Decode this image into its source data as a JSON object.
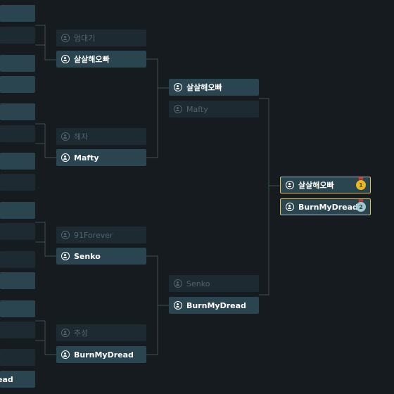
{
  "bracket": {
    "round2": [
      {
        "name": "멈대기",
        "state": "lose"
      },
      {
        "name": "살살해오빠",
        "state": "win"
      },
      {
        "name": "헤자",
        "state": "lose"
      },
      {
        "name": "Mafty",
        "state": "win"
      },
      {
        "name": "91Forever",
        "state": "lose"
      },
      {
        "name": "Senko",
        "state": "win"
      },
      {
        "name": "추성",
        "state": "lose"
      },
      {
        "name": "BurnMyDread",
        "state": "win"
      }
    ],
    "round3": [
      {
        "name": "살살해오빠",
        "state": "win"
      },
      {
        "name": "Mafty",
        "state": "lose"
      },
      {
        "name": "Senko",
        "state": "lose"
      },
      {
        "name": "BurnMyDread",
        "state": "win"
      }
    ],
    "final": [
      {
        "name": "살살해오빠",
        "medal": "1",
        "medal_color": "#e7b923"
      },
      {
        "name": "BurnMyDread",
        "medal": "2",
        "medal_color": "#9ec7cf"
      }
    ],
    "left_edge_text": "ead"
  },
  "icons": {
    "player": "user-circle-icon",
    "first_place": "gold-medal-icon",
    "second_place": "silver-medal-icon"
  },
  "colors": {
    "background": "#151b1f",
    "winner_slot": "#2a4450",
    "loser_slot": "#1d2a31",
    "loser_text": "#53636b",
    "line": "#3d4f56",
    "final_border": "#c9c28a"
  }
}
